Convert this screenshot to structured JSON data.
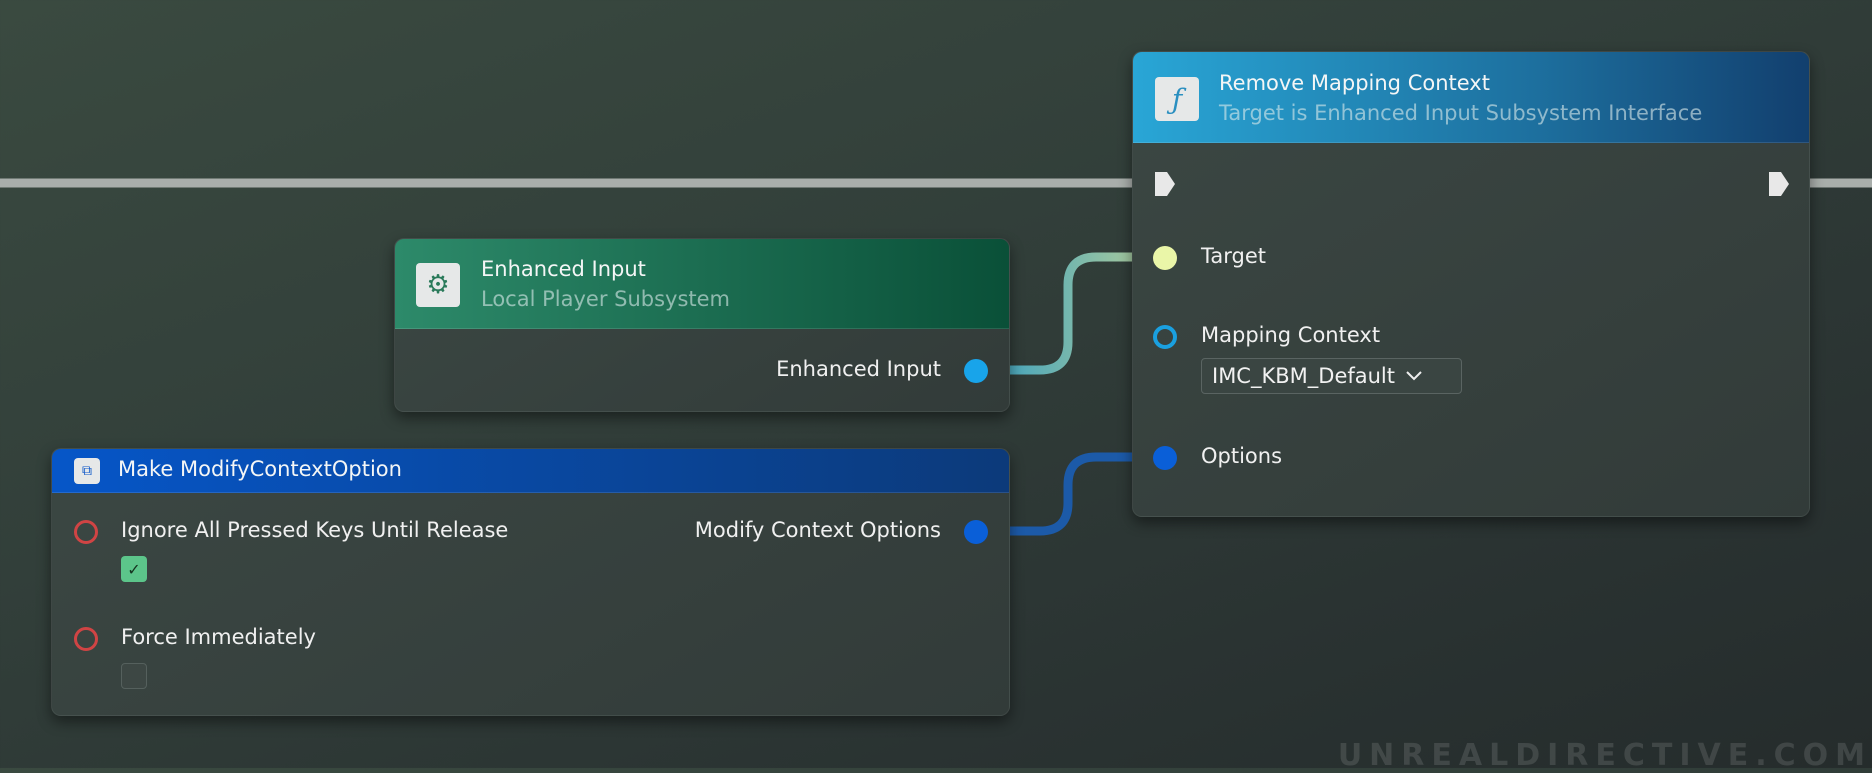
{
  "nodes": {
    "remove_mapping_context": {
      "title": "Remove Mapping Context",
      "subtitle": "Target is Enhanced Input Subsystem Interface",
      "icon": "function-icon",
      "header_color": "#2aa5d6",
      "pins": {
        "target": "Target",
        "mapping_context": "Mapping Context",
        "mapping_context_value": "IMC_KBM_Default",
        "options": "Options"
      }
    },
    "enhanced_input": {
      "title": "Enhanced Input",
      "subtitle": "Local Player Subsystem",
      "icon": "gear-icon",
      "header_color": "#2a8a6a",
      "output": "Enhanced Input"
    },
    "make_modify_context_option": {
      "title": "Make ModifyContextOption",
      "icon": "struct-icon",
      "header_color": "#0a55c8",
      "inputs": [
        {
          "label": "Ignore All Pressed Keys Until Release",
          "checked": true
        },
        {
          "label": "Force Immediately",
          "checked": false
        }
      ],
      "output": "Modify Context Options"
    }
  },
  "watermark": "UNREALDIRECTIVE.COM"
}
